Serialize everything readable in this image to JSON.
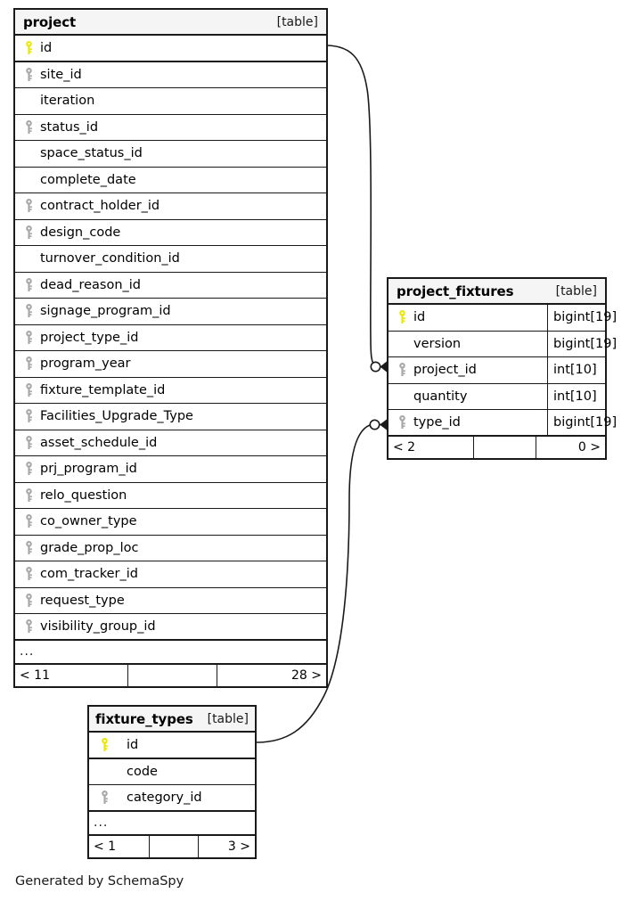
{
  "diagram": {
    "credit": "Generated by SchemaSpy",
    "table_tag": "[table]",
    "ellipsis": "...",
    "colors": {
      "primary_key": "#e8e800",
      "foreign_key": "#a8a8a8",
      "border": "#1a1a1a",
      "header_bg": "#f5f5f5",
      "background": "#ffffff"
    }
  },
  "tables": {
    "project": {
      "name": "project",
      "tag": "[table]",
      "columns": [
        {
          "label": "id",
          "key": "primary"
        },
        {
          "label": "site_id",
          "key": "foreign"
        },
        {
          "label": "iteration",
          "key": "none"
        },
        {
          "label": "status_id",
          "key": "foreign"
        },
        {
          "label": "space_status_id",
          "key": "none"
        },
        {
          "label": "complete_date",
          "key": "none"
        },
        {
          "label": "contract_holder_id",
          "key": "foreign"
        },
        {
          "label": "design_code",
          "key": "foreign"
        },
        {
          "label": "turnover_condition_id",
          "key": "none"
        },
        {
          "label": "dead_reason_id",
          "key": "foreign"
        },
        {
          "label": "signage_program_id",
          "key": "foreign"
        },
        {
          "label": "project_type_id",
          "key": "foreign"
        },
        {
          "label": "program_year",
          "key": "foreign"
        },
        {
          "label": "fixture_template_id",
          "key": "foreign"
        },
        {
          "label": "Facilities_Upgrade_Type",
          "key": "foreign"
        },
        {
          "label": "asset_schedule_id",
          "key": "foreign"
        },
        {
          "label": "prj_program_id",
          "key": "foreign"
        },
        {
          "label": "relo_question",
          "key": "foreign"
        },
        {
          "label": "co_owner_type",
          "key": "foreign"
        },
        {
          "label": "grade_prop_loc",
          "key": "foreign"
        },
        {
          "label": "com_tracker_id",
          "key": "foreign"
        },
        {
          "label": "request_type",
          "key": "foreign"
        },
        {
          "label": "visibility_group_id",
          "key": "foreign"
        }
      ],
      "footer": {
        "left": "< 11",
        "middle": "",
        "right": "28 >"
      }
    },
    "project_fixtures": {
      "name": "project_fixtures",
      "tag": "[table]",
      "columns": [
        {
          "label": "id",
          "type": "bigint[19]",
          "key": "primary"
        },
        {
          "label": "version",
          "type": "bigint[19]",
          "key": "none"
        },
        {
          "label": "project_id",
          "type": "int[10]",
          "key": "foreign"
        },
        {
          "label": "quantity",
          "type": "int[10]",
          "key": "none"
        },
        {
          "label": "type_id",
          "type": "bigint[19]",
          "key": "foreign"
        }
      ],
      "footer": {
        "left": "< 2",
        "middle": "",
        "right": "0 >"
      }
    },
    "fixture_types": {
      "name": "fixture_types",
      "tag": "[table]",
      "columns": [
        {
          "label": "id",
          "key": "primary"
        },
        {
          "label": "code",
          "key": "none"
        },
        {
          "label": "category_id",
          "key": "foreign"
        }
      ],
      "footer": {
        "left": "< 1",
        "middle": "",
        "right": "3 >"
      }
    }
  },
  "relationships": [
    {
      "name": "project-to-project-fixtures",
      "from": "project.id",
      "to": "project_fixtures.project_id",
      "cardinality": "zero-or-many"
    },
    {
      "name": "fixture-types-to-project-fixtures",
      "from": "fixture_types.id",
      "to": "project_fixtures.type_id",
      "cardinality": "zero-or-many"
    }
  ]
}
